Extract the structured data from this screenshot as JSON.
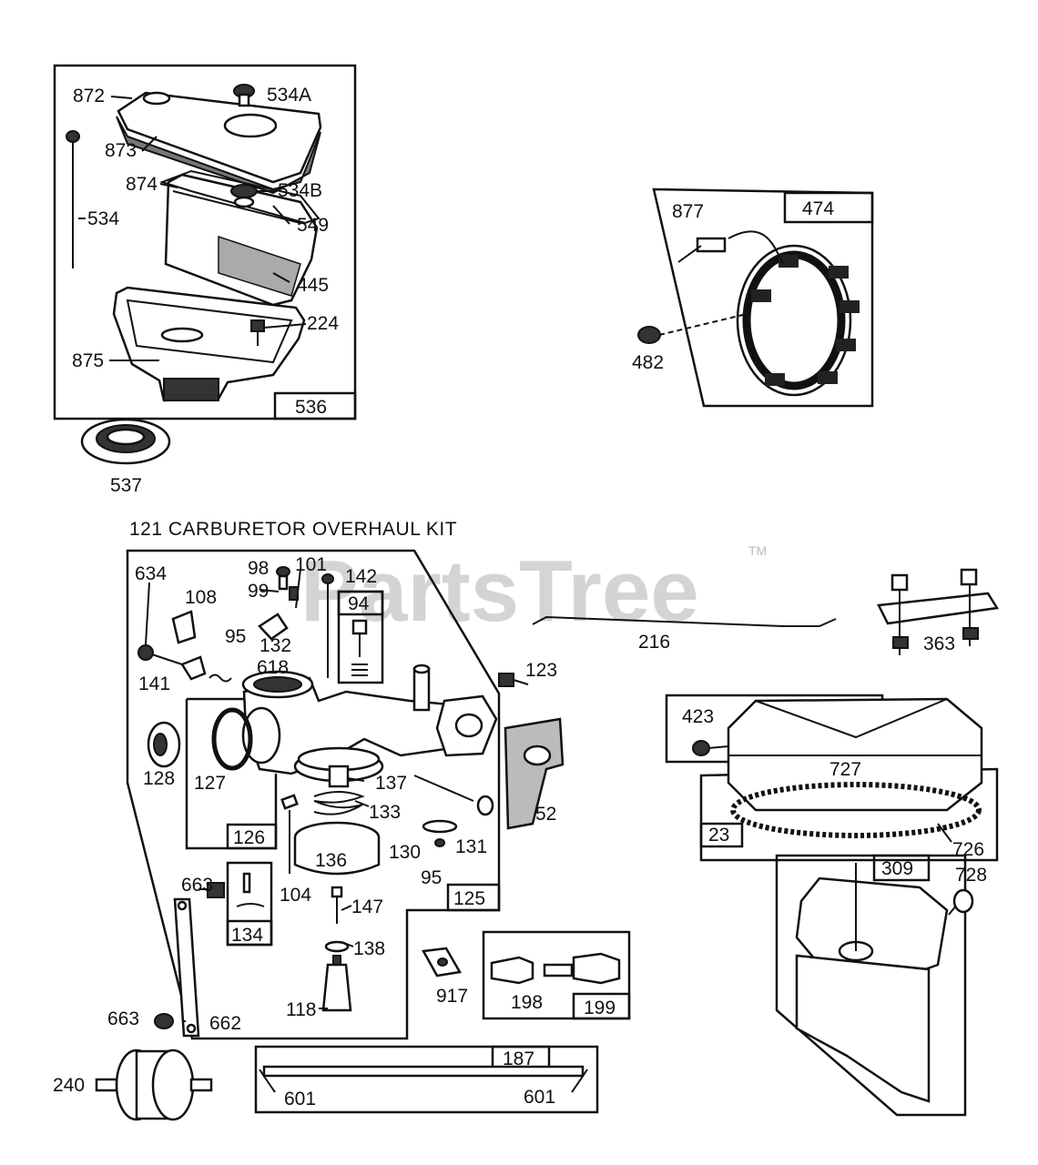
{
  "title": "121 CARBURETOR OVERHAUL KIT",
  "watermark": {
    "text": "PartsTree",
    "mark": "TM"
  },
  "labels": {
    "872": "872",
    "534A": "534A",
    "873": "873",
    "874": "874",
    "534B": "534B",
    "534": "534",
    "549": "549",
    "445": "445",
    "224": "224",
    "875": "875",
    "536": "536",
    "537": "537",
    "877": "877",
    "474": "474",
    "482": "482",
    "634": "634",
    "108": "108",
    "98": "98",
    "99": "99",
    "101": "101",
    "142": "142",
    "94": "94",
    "95a": "95",
    "132": "132",
    "141": "141",
    "618": "618",
    "123": "123",
    "216": "216",
    "363": "363",
    "128": "128",
    "127": "127",
    "137": "137",
    "52": "52",
    "126": "126",
    "133": "133",
    "136": "136",
    "104": "104",
    "131": "131",
    "130": "130",
    "95b": "95",
    "125": "125",
    "663a": "663",
    "147": "147",
    "134": "134",
    "138": "138",
    "118": "118",
    "663b": "663",
    "662": "662",
    "917": "917",
    "198": "198",
    "199": "199",
    "240": "240",
    "187": "187",
    "601a": "601",
    "601b": "601",
    "423": "423",
    "727": "727",
    "23": "23",
    "726": "726",
    "309": "309",
    "728": "728"
  }
}
